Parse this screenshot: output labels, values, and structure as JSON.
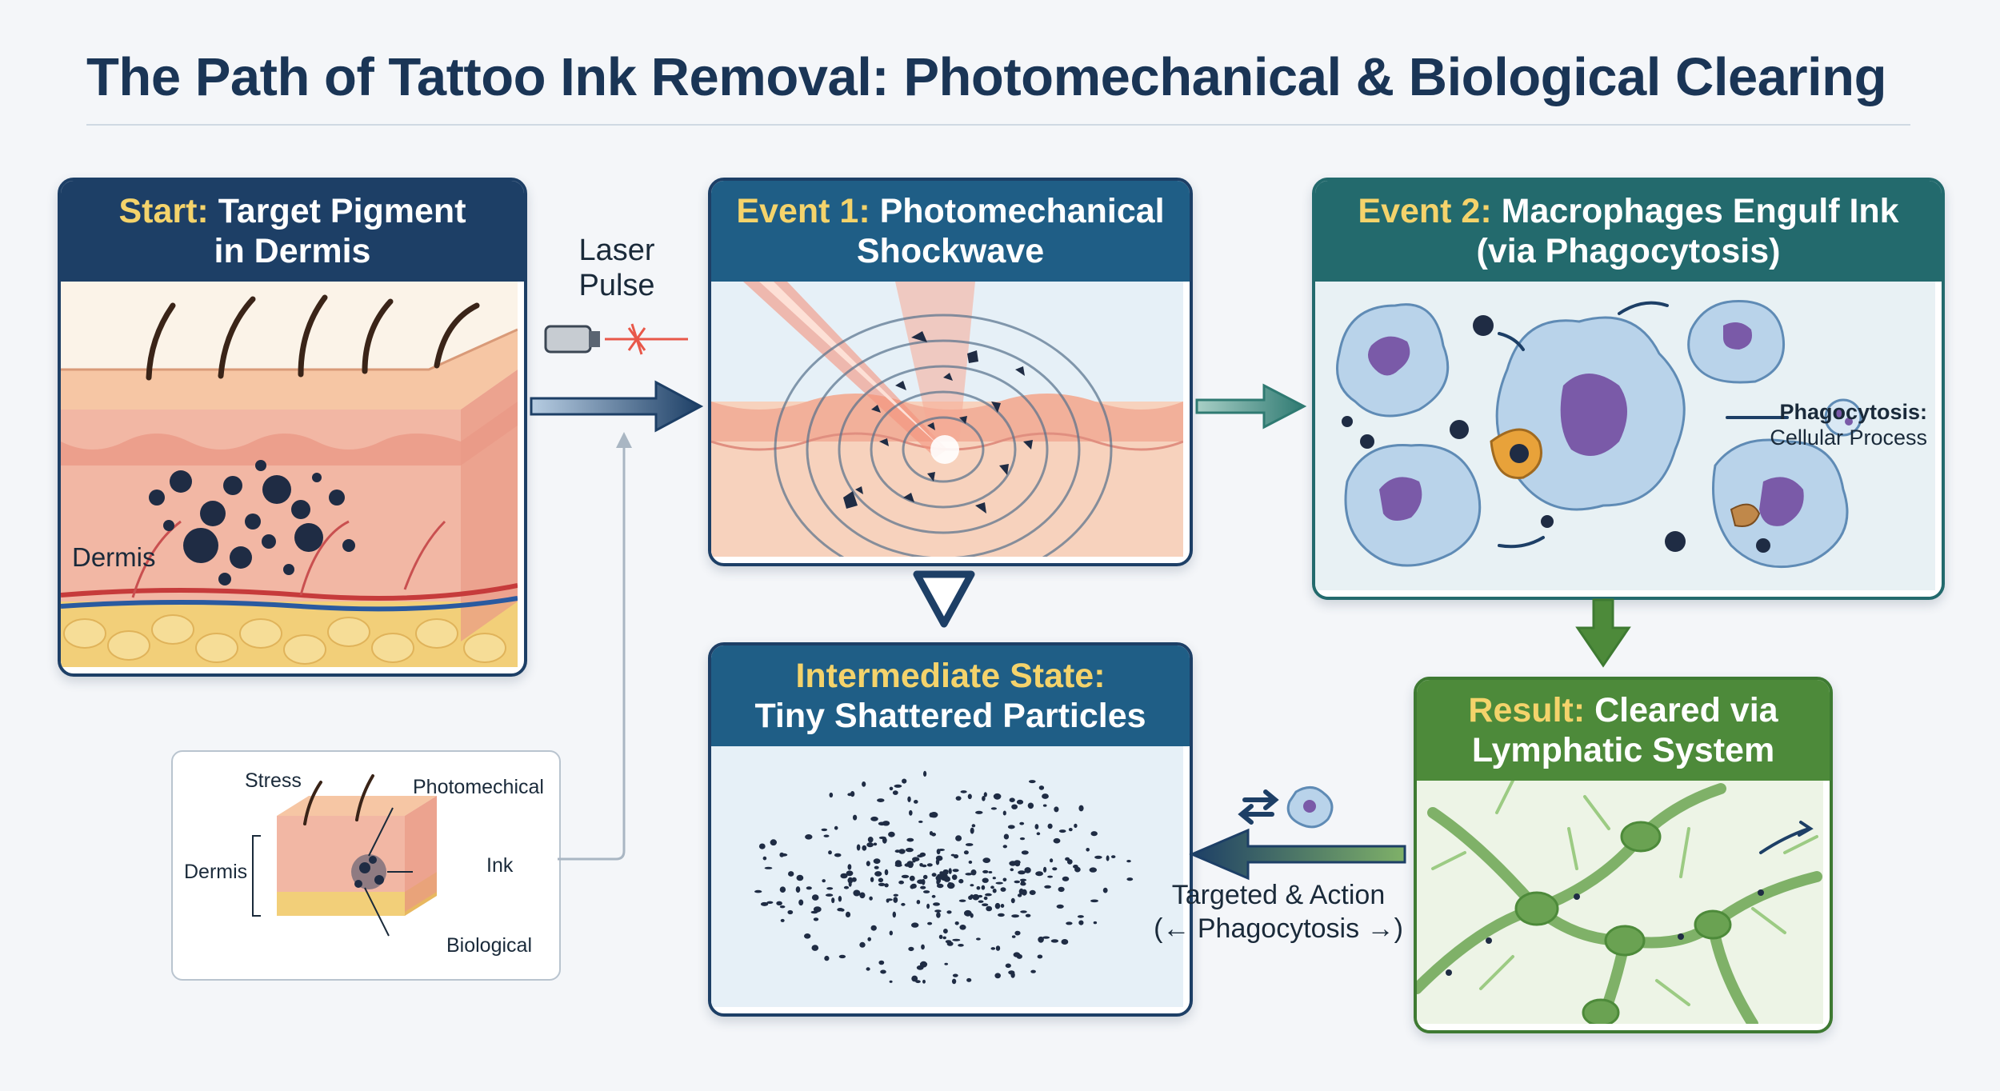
{
  "title": "The Path of Tattoo Ink Removal: Photomechanical & Biological Clearing",
  "colors": {
    "navy": "#1d3f66",
    "teal": "#236a6d",
    "green": "#4d8a3a",
    "highlight": "#f4d36b",
    "ink": "#26354a"
  },
  "panels": {
    "start": {
      "keyword": "Start:",
      "line1": "Target Pigment",
      "line2": "in Dermis",
      "dermis_label": "Dermis"
    },
    "event1": {
      "keyword": "Event 1:",
      "line1": "Photomechanical",
      "line2": "Shockwave"
    },
    "event2": {
      "keyword": "Event 2:",
      "line1": "Macrophages Engulf Ink",
      "line2": "(via Phagocytosis)",
      "callout_line1": "Phagocytosis:",
      "callout_line2": "Cellular Process"
    },
    "intermediate": {
      "line1": "Intermediate State:",
      "line2": "Tiny Shattered Particles"
    },
    "result": {
      "keyword": "Result:",
      "line1": "Cleared via",
      "line2": "Lymphatic System"
    }
  },
  "laser": {
    "line1": "Laser",
    "line2": "Pulse"
  },
  "return_arrow": {
    "line1": "Targeted & Action",
    "line2_left": "(←",
    "line2_mid": "Phagocytosis",
    "line2_right": "→)"
  },
  "inset": {
    "stress": "Stress",
    "photomechical": "Photomechical",
    "dermis": "Dermis",
    "ink": "Ink",
    "biological": "Biological"
  },
  "icons": [
    "laser-emitter-icon",
    "swap-arrows-icon",
    "macrophage-icon",
    "cell-icon"
  ]
}
